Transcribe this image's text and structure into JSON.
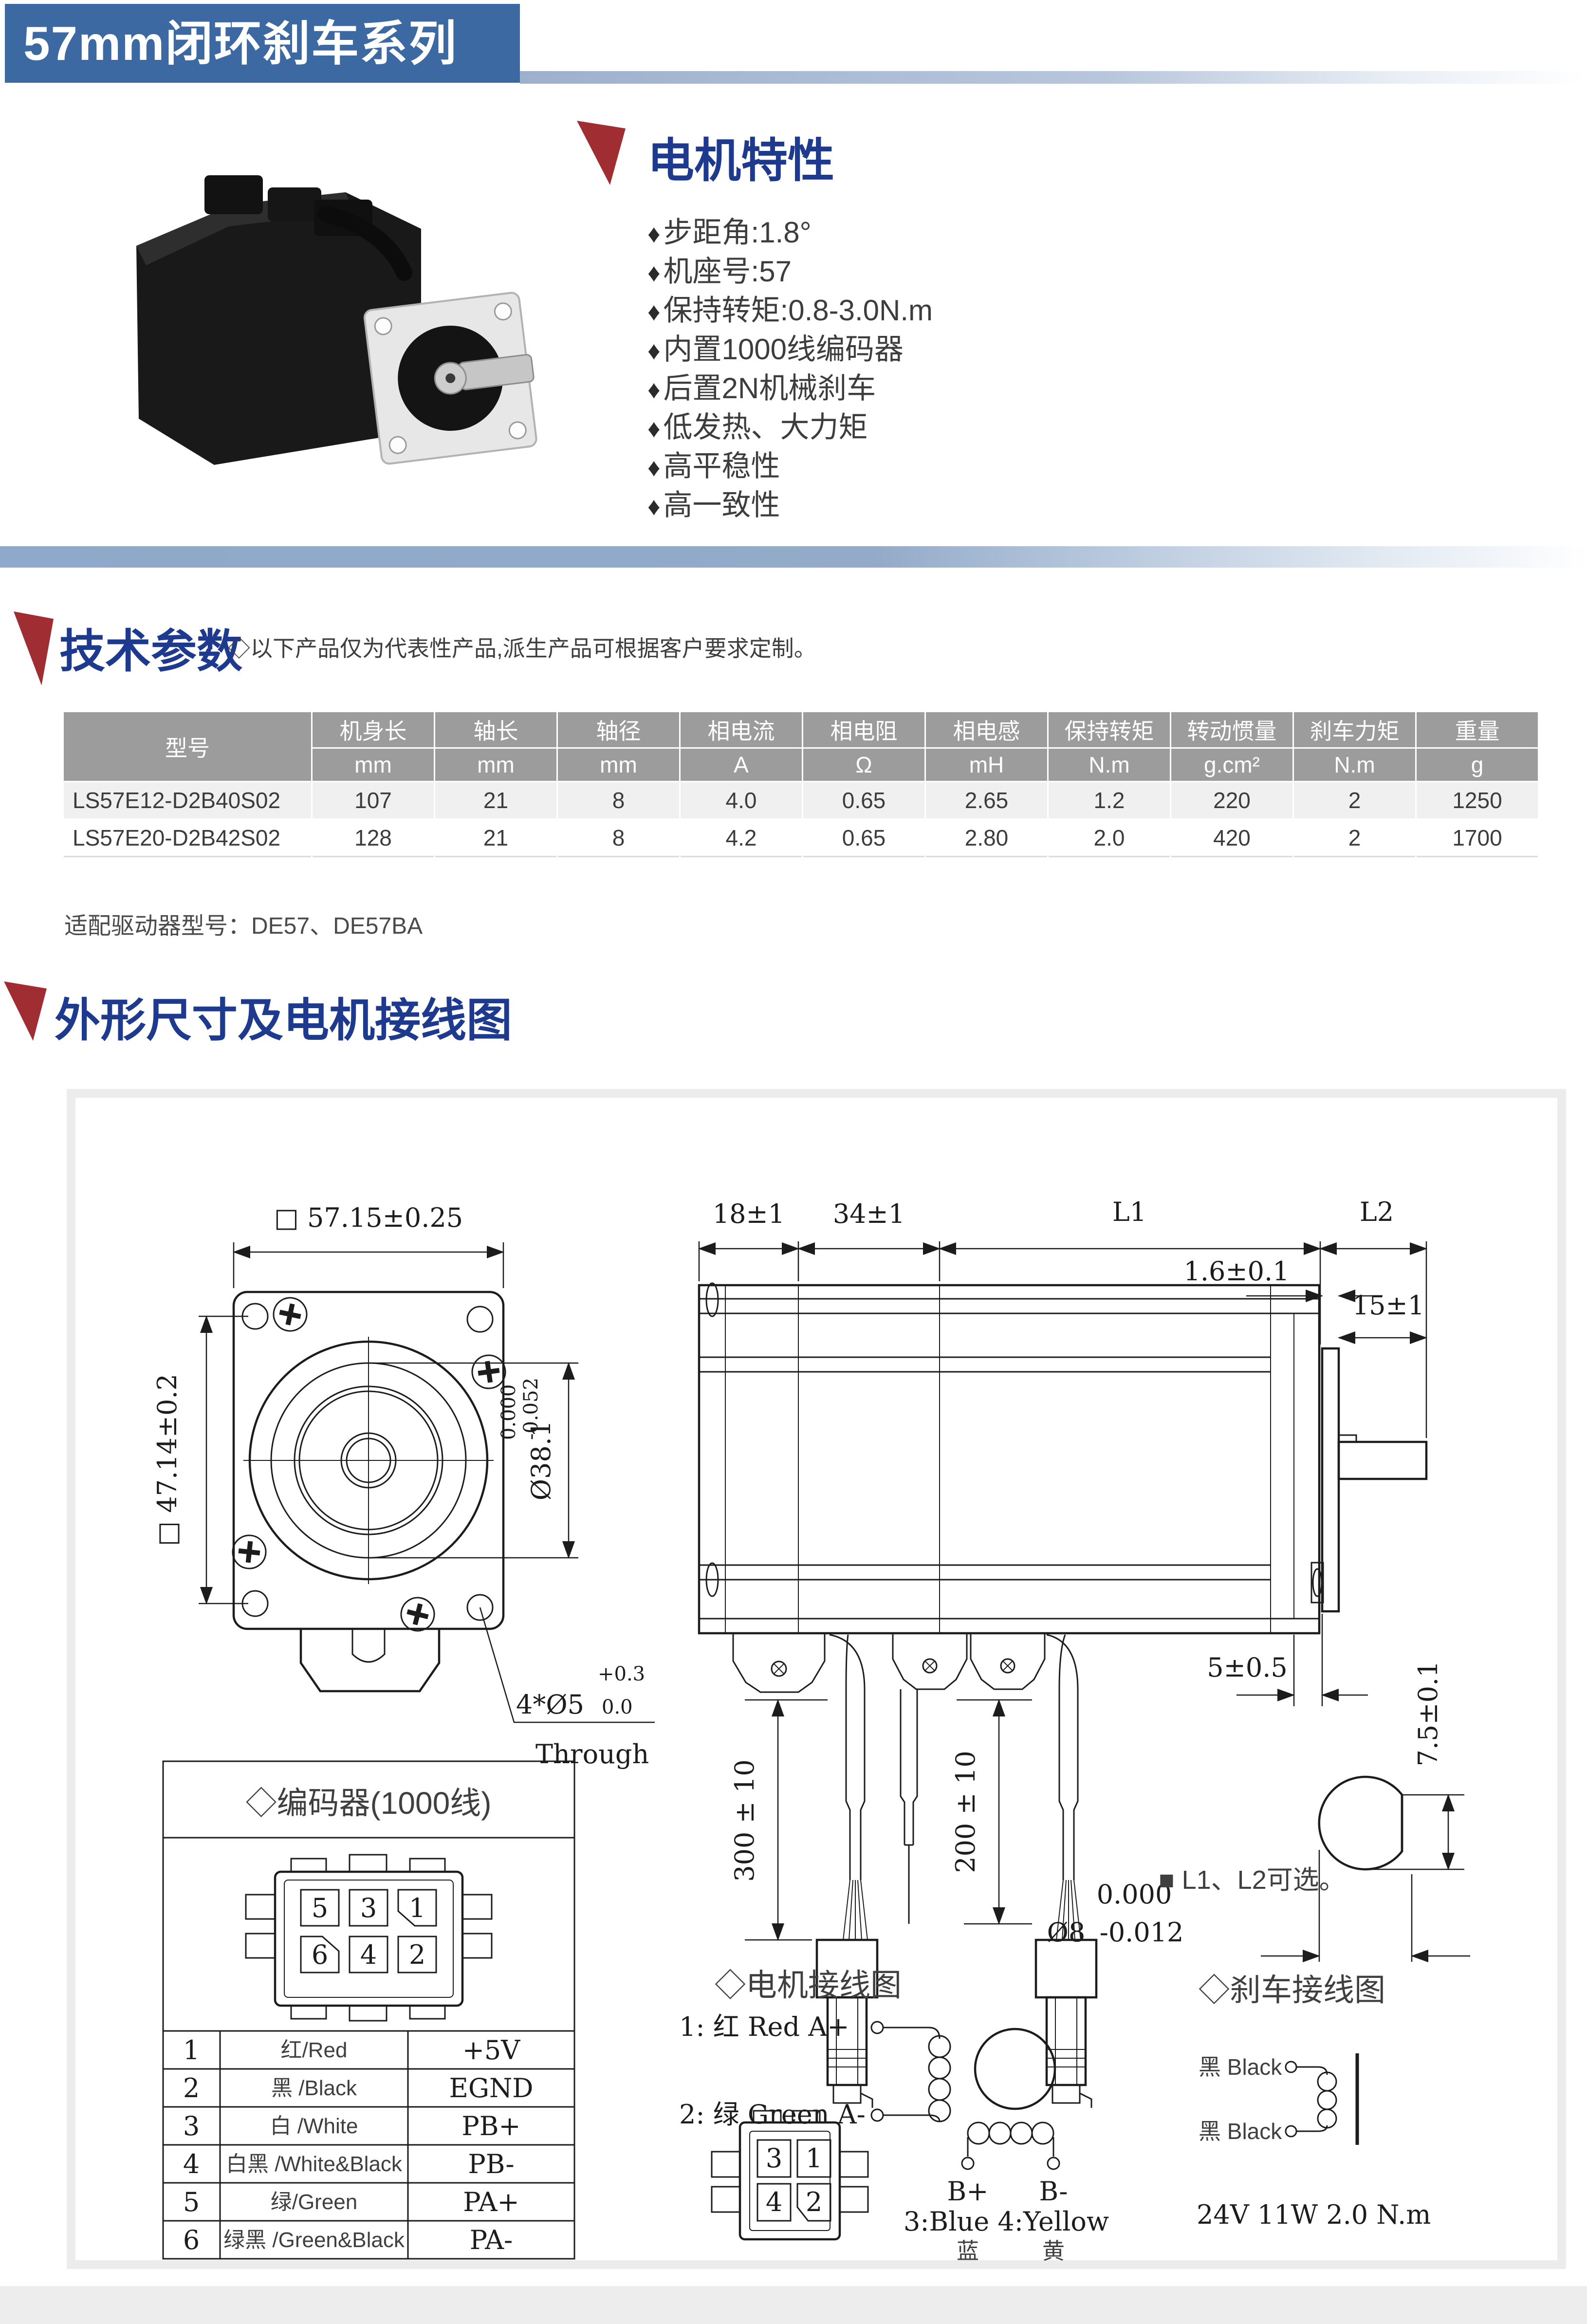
{
  "header": {
    "title": "57mm闭环刹车系列"
  },
  "features": {
    "title": "电机特性",
    "bullet": "♦",
    "items": [
      "步距角:1.8°",
      "机座号:57",
      "保持转矩:0.8-3.0N.m",
      "内置1000线编码器",
      "后置2N机械刹车",
      "低发热、大力矩",
      "高平稳性",
      "高一致性"
    ]
  },
  "specs": {
    "title": "技术参数",
    "note": "◇以下产品仅为代表性产品,派生产品可根据客户要求定制。",
    "driver_note": "适配驱动器型号：DE57、DE57BA",
    "table": {
      "model_header": "型号",
      "columns": [
        "机身长",
        "轴长",
        "轴径",
        "相电流",
        "相电阻",
        "相电感",
        "保持转矩",
        "转动惯量",
        "刹车力矩",
        "重量"
      ],
      "units": [
        "mm",
        "mm",
        "mm",
        "A",
        "Ω",
        "mH",
        "N.m",
        "g.cm²",
        "N.m",
        "g"
      ],
      "rows": [
        {
          "model": "LS57E12-D2B40S02",
          "values": [
            "107",
            "21",
            "8",
            "4.0",
            "0.65",
            "2.65",
            "1.2",
            "220",
            "2",
            "1250"
          ]
        },
        {
          "model": "LS57E20-D2B42S02",
          "values": [
            "128",
            "21",
            "8",
            "4.2",
            "0.65",
            "2.80",
            "2.0",
            "420",
            "2",
            "1700"
          ]
        }
      ]
    }
  },
  "outline": {
    "title": "外形尺寸及电机接线图",
    "front_view": {
      "width_dim": "□ 57.15±0.25",
      "height_dim": "□ 47.14±0.2",
      "pilot_dia": "Ø38.1",
      "pilot_tol_upper": "0.000",
      "pilot_tol_lower": "-0.052",
      "holes": "4*Ø5",
      "holes_tol_upper": "+0.3",
      "holes_tol_lower": "0.0",
      "holes_note": "Through"
    },
    "side_view": {
      "dim_18": "18±1",
      "dim_34": "34±1",
      "dim_l1": "L1",
      "dim_l2": "L2",
      "dim_16": "1.6±0.1",
      "dim_15": "15±1",
      "dim_5": "5±0.5",
      "dim_75": "7.5±0.1",
      "dim_300": "300 ± 10",
      "dim_200": "200 ± 10",
      "shaft_tol_upper": "0.000",
      "shaft_dia": "Ø8",
      "shaft_tol_lower": "-0.012",
      "note": "■ L1、L2可选。"
    }
  },
  "encoder": {
    "title": "◇编码器(1000线)",
    "pins": [
      "5",
      "3",
      "1",
      "6",
      "4",
      "2"
    ],
    "rows": [
      {
        "pin": "1",
        "wire": "红/Red",
        "signal": "+5V"
      },
      {
        "pin": "2",
        "wire": "黑 /Black",
        "signal": "EGND"
      },
      {
        "pin": "3",
        "wire": "白 /White",
        "signal": "PB+"
      },
      {
        "pin": "4",
        "wire": "白黑 /White&Black",
        "signal": "PB-"
      },
      {
        "pin": "5",
        "wire": "绿/Green",
        "signal": "PA+"
      },
      {
        "pin": "6",
        "wire": "绿黑 /Green&Black",
        "signal": "PA-"
      }
    ]
  },
  "motor_wiring": {
    "title": "◇电机接线图",
    "line1": "1: 红  Red  A+",
    "line2": "2: 绿 Green A-",
    "pins": [
      "3",
      "1",
      "4",
      "2"
    ],
    "b_plus": "B+",
    "b_minus": "B-",
    "b_colors": "3:Blue 4:Yellow",
    "blue_cn": "蓝",
    "yellow_cn": "黄"
  },
  "brake_wiring": {
    "title": "◇刹车接线图",
    "wire1": "黑 Black",
    "wire2": "黑 Black",
    "spec": "24V  11W  2.0 N.m"
  },
  "colors": {
    "header_bar": "#3c69a2",
    "accent_red": "#9f2d32",
    "title_blue": "#1d3a8f",
    "table_header_gray": "#9c9c9c",
    "row_alt_gray": "#f0f0f0"
  }
}
